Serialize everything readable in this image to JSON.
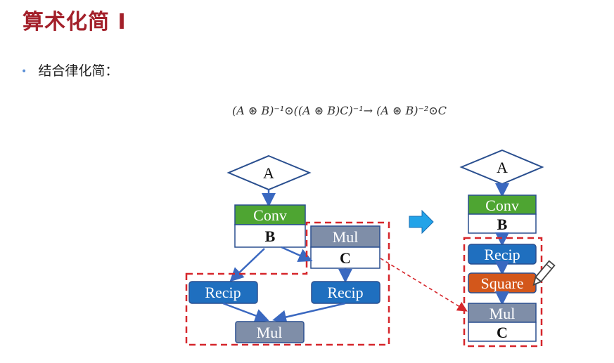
{
  "title": "算术化简 I",
  "bullet": "结合律化简：",
  "formula": {
    "text": "(A ⊛ B)⁻¹⊙((A ⊛ B)C)⁻¹→ (A ⊛ B)⁻²⊙C",
    "highlight_color": "#f8f55a"
  },
  "left_graph": {
    "input": "A",
    "conv_label": "Conv",
    "conv_param": "B",
    "mul_top_label": "Mul",
    "mul_top_param": "C",
    "recip_left": "Recip",
    "recip_right": "Recip",
    "mul_bottom": "Mul"
  },
  "right_graph": {
    "input": "A",
    "conv_label": "Conv",
    "conv_param": "B",
    "recip": "Recip",
    "square": "Square",
    "mul_label": "Mul",
    "mul_param": "C"
  },
  "colors": {
    "title": "#a3202a",
    "conv": "#4ea532",
    "recip": "#1f6fbf",
    "mul": "#7f8ea8",
    "square": "#d3571b",
    "dashed_box": "#d6262b",
    "arrow": "#3a68c0",
    "big_arrow": "#22a3e8"
  }
}
